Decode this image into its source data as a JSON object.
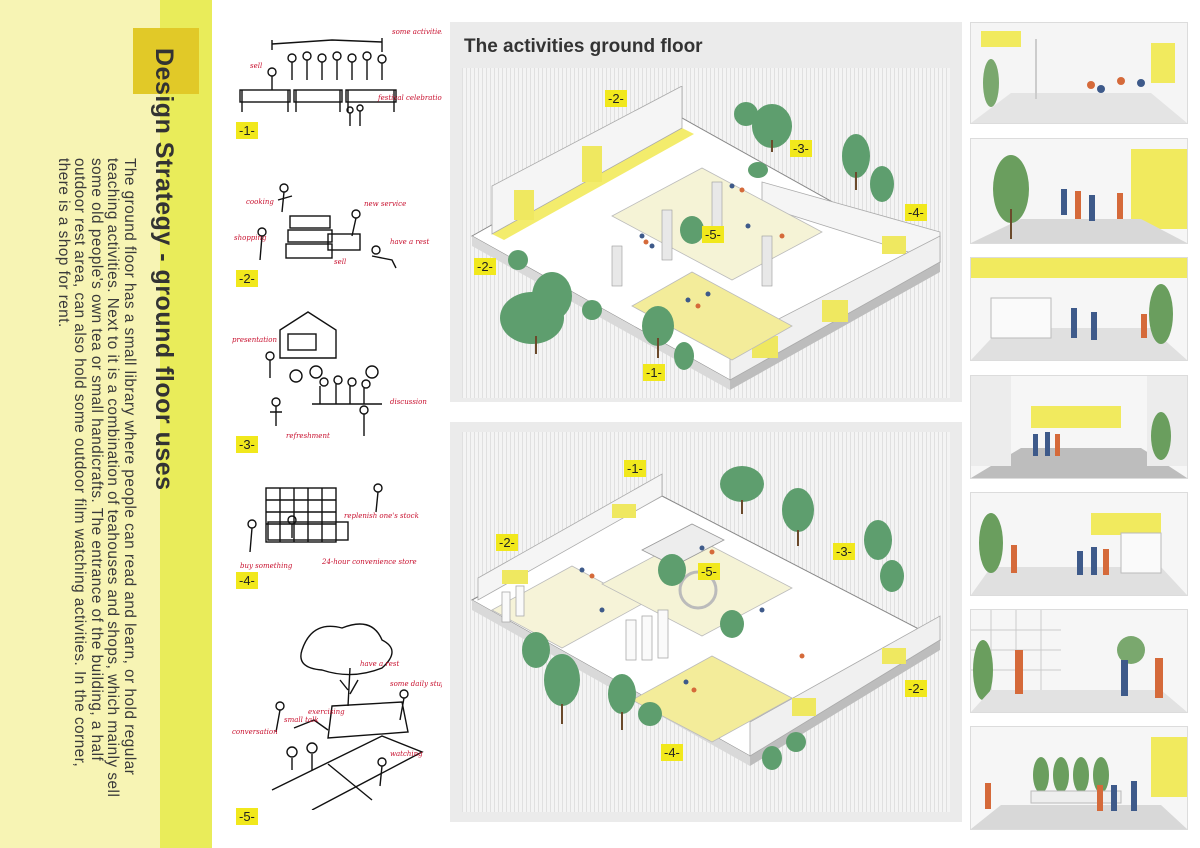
{
  "sidebar": {
    "title": "Design Strategy - ground floor uses",
    "body": "The ground floor has a small library where people can read and learn, or hold regular teaching activities. Next to it is a combination of teahouses and shops, which mainly sell some old people's own tea or small handicrafts. The entrance of the building, a half outdoor rest area, can also hold some outdoor film watching activities. In the corner, there is a shop for rent."
  },
  "sketches": [
    {
      "label": "-1-",
      "notes": [
        "some activities",
        "sell",
        "festival celebration"
      ]
    },
    {
      "label": "-2-",
      "notes": [
        "cooking",
        "new service",
        "shopping",
        "have a rest",
        "sell"
      ]
    },
    {
      "label": "-3-",
      "notes": [
        "presentation",
        "discussion",
        "refreshment"
      ]
    },
    {
      "label": "-4-",
      "notes": [
        "replenish one's stock",
        "buy something",
        "24-hour convenience store"
      ]
    },
    {
      "label": "-5-",
      "notes": [
        "have a rest",
        "watching",
        "some daily stuff",
        "small talk",
        "conversation",
        "exercising"
      ]
    }
  ],
  "main": {
    "title": "The activities ground floor",
    "top_labels": [
      "-2-",
      "-3-",
      "-4-",
      "-5-",
      "-2-",
      "-1-"
    ],
    "bottom_labels": [
      "-1-",
      "-2-",
      "-5-",
      "-3-",
      "-2-",
      "-4-"
    ]
  },
  "photos_count": 7,
  "colors": {
    "accent_yellow": "#f1e81c",
    "sidebar_pale": "#f7f4b4",
    "sidebar_yellow": "#e9ec5a",
    "title_block": "#e1c928",
    "tree_green": "#5e9e6e",
    "annotation_red": "#c8102e"
  }
}
